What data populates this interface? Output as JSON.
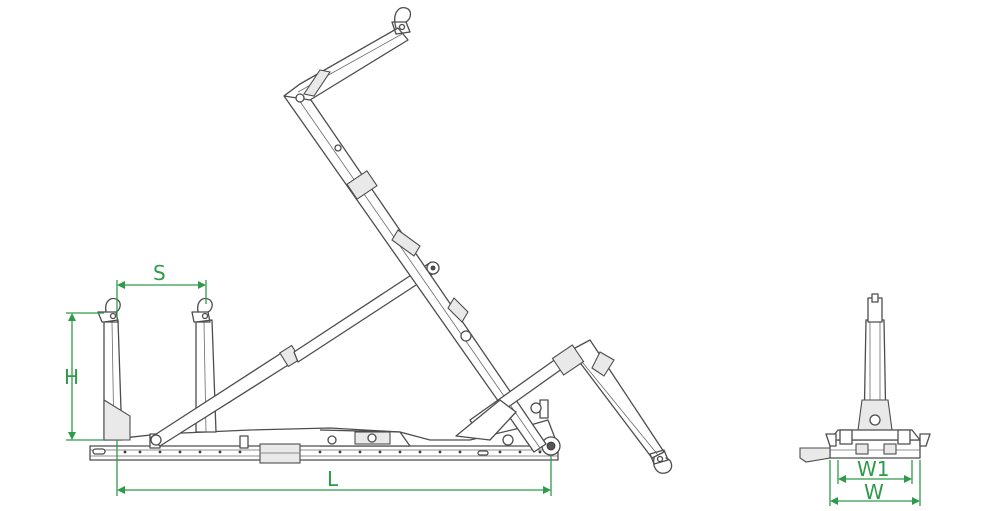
{
  "dimensions": {
    "length": "L",
    "height": "H",
    "spacing": "S",
    "width": "W",
    "width_inner": "W1"
  },
  "colors": {
    "dimension": "#2f9a4a",
    "line": "#4d4d4d"
  }
}
